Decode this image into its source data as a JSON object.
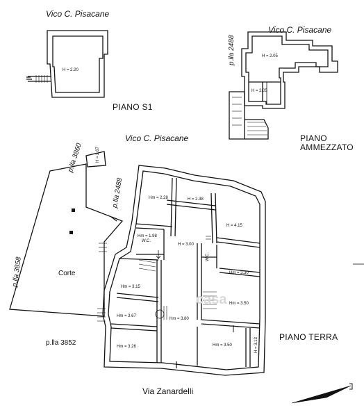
{
  "streets": {
    "s1_top": "Vico C. Pisacane",
    "mezz_top": "Vico C. Pisacane",
    "terra_top": "Vico C. Pisacane",
    "bottom": "Via Zanardelli"
  },
  "floors": {
    "s1": "PIANO S1",
    "ammezzato": [
      "PIANO",
      "AMMEZZATO"
    ],
    "terra": "PIANO TERRA"
  },
  "parcels": {
    "p2488_mezz": "p.lla 2488",
    "p3860": "p.lla 3860",
    "p2488_terra": "p.lla 2488",
    "p3858": "p.lla 3858",
    "p3852": "p.lla 3852"
  },
  "rooms": {
    "s1": "H = 2.20",
    "mezz_a": "H = 2.05",
    "mezz_b": "H = 2.05",
    "small_top": "H = 2.67",
    "t1": "Hm = 2.28",
    "t2": "H = 2.38",
    "t3": "H = 4.15",
    "t4": "H = 3.00",
    "t5": "Hm = 1.98",
    "wc1": "W.C.",
    "wc2": "W.C.",
    "t6": "Hm = 3.30",
    "t7": "Hm = 3.50",
    "t8": "Hm = 3.15",
    "t9": "Hm = 3.67",
    "t10": "Hm = 3.80",
    "t11": "Hm = 3.26",
    "t12": "Hm = 3.50",
    "t13": "H = 3.13"
  },
  "corte": "Corte",
  "watermark": "casa"
}
